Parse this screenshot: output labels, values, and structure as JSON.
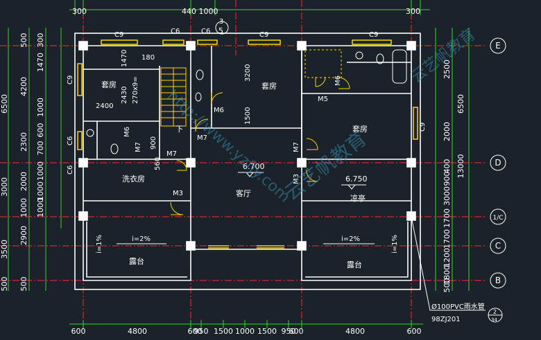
{
  "colors": {
    "background": "#1b2229",
    "wall": "#ffffff",
    "axis": "#ff2a2a",
    "dim": "#33d633",
    "text": "#ffffff",
    "window": "#ffd700",
    "door": "#ffd700",
    "dimtext": "#ffffff",
    "watermark": "#3aa0c8"
  },
  "top_dims": {
    "t300a": "300",
    "t4401000": "440 1000",
    "t300b": "300"
  },
  "bottom_dims": [
    "600",
    "4800",
    "600",
    "950",
    "1500",
    "1000",
    "1500",
    "950",
    "600",
    "4800",
    "600"
  ],
  "left_dims_outer": [
    "6500",
    "3000",
    "3500",
    "500"
  ],
  "left_dims_mid": [
    "500",
    "4200",
    "2300",
    "2000",
    "1000",
    "2900",
    "500"
  ],
  "left_dims_inner": [
    "300",
    "1470",
    "1000",
    "600",
    "700",
    "1000",
    "1000",
    "1000"
  ],
  "right_dims_outer": [
    "13000"
  ],
  "right_dims_mid": [
    "2500",
    "6500",
    "2000",
    "400",
    "900",
    "3000",
    "1700",
    "1700",
    "1200",
    "1800",
    "500"
  ],
  "axes": {
    "E": "E",
    "D": "D",
    "C": "C",
    "B": "B",
    "halfC": "1/C",
    "five": "5",
    "three": "3"
  },
  "rooms": {
    "bed1": "套房",
    "bed2": "套房",
    "bed3": "套房",
    "laundry": "洗衣房",
    "living": "客厅",
    "balcony": "凉亭",
    "terrace_left": "露台",
    "terrace_right": "露台",
    "down": "下"
  },
  "windows": {
    "c9a": "C9",
    "c6a": "C6",
    "c6b": "C6",
    "c9b": "C9",
    "c9c": "C9",
    "c9left": "C9",
    "c6left1": "C6",
    "c6left2": "C6",
    "c9right": "C9"
  },
  "doors": {
    "m6a": "M6",
    "m6b": "M6",
    "m6c": "M6",
    "m5": "M5",
    "m7a": "M7",
    "m7b": "M7",
    "m7c": "M7",
    "m7d": "M7",
    "m3a": "M3",
    "m3b": "M3"
  },
  "interior_dims": {
    "d2400": "2400",
    "d2430": "2430",
    "d270x9": "270x9=",
    "d180": "180",
    "d1470": "1470",
    "d3200": "3200",
    "d1500": "1500",
    "d900": "900",
    "d560": "560"
  },
  "levels": {
    "l6700": "6.700",
    "l6750": "6.750"
  },
  "slopes": {
    "s1": "i=2%",
    "s2": "i=2%",
    "s3": "i=1%",
    "s4": "i=1%"
  },
  "drain_note": "Ø100PVC雨水管",
  "drain_ref": "98ZJ201",
  "detail_top": "2",
  "detail_bottom": "34",
  "watermark": "http://www.yzfjy.com",
  "watermark_cn": "云艺帆教育"
}
